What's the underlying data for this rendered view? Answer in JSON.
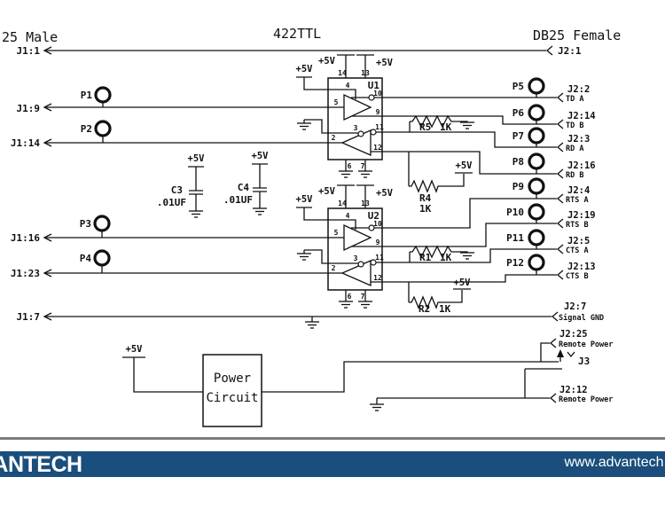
{
  "header": {
    "left_connector": "25 Male",
    "title": "422TTL",
    "right_connector": "DB25 Female"
  },
  "left_pins": {
    "j1_1": "J1:1",
    "j1_9": "J1:9",
    "j1_14": "J1:14",
    "j1_16": "J1:16",
    "j1_23": "J1:23",
    "j1_7": "J1:7"
  },
  "left_jumpers": {
    "p1": "P1",
    "p2": "P2",
    "p3": "P3",
    "p4": "P4"
  },
  "right_top": {
    "pin": "J2:1"
  },
  "right_rows": [
    {
      "jumper": "P5",
      "pin": "J2:2",
      "signal": "TD A"
    },
    {
      "jumper": "P6",
      "pin": "J2:14",
      "signal": "TD B"
    },
    {
      "jumper": "P7",
      "pin": "J2:3",
      "signal": "RD A"
    },
    {
      "jumper": "P8",
      "pin": "J2:16",
      "signal": "RD B"
    },
    {
      "jumper": "P9",
      "pin": "J2:4",
      "signal": "RTS A"
    },
    {
      "jumper": "P10",
      "pin": "J2:19",
      "signal": "RTS B"
    },
    {
      "jumper": "P11",
      "pin": "J2:5",
      "signal": "CTS A"
    },
    {
      "jumper": "P12",
      "pin": "J2:13",
      "signal": "CTS B"
    }
  ],
  "right_bottom": {
    "signal_gnd": {
      "pin": "J2:7",
      "signal": "Signal GND"
    },
    "remote_power_top": {
      "pin": "J2:25",
      "signal": "Remote Power"
    },
    "jumper": {
      "pin": "J3"
    },
    "remote_power_bottom": {
      "pin": "J2:12",
      "signal": "Remote Power"
    }
  },
  "ics": [
    {
      "ref": "U1",
      "pins": {
        "p2": "2",
        "p3": "3",
        "p4": "4",
        "p5": "5",
        "p6": "6",
        "p7": "7",
        "p9": "9",
        "p10": "10",
        "p11": "11",
        "p12": "12",
        "p13": "13",
        "p14": "14"
      }
    },
    {
      "ref": "U2",
      "pins": {
        "p2": "2",
        "p3": "3",
        "p4": "4",
        "p5": "5",
        "p6": "6",
        "p7": "7",
        "p9": "9",
        "p10": "10",
        "p11": "11",
        "p12": "12",
        "p13": "13",
        "p14": "14"
      }
    }
  ],
  "power": {
    "vcc": "+5V"
  },
  "resistors": {
    "r1": {
      "ref": "R1",
      "value": "1K"
    },
    "r2": {
      "ref": "R2",
      "value": "1K"
    },
    "r4": {
      "ref": "R4",
      "value": "1K"
    },
    "r5": {
      "ref": "R5",
      "value": "1K"
    }
  },
  "capacitors": {
    "c3": {
      "ref": "C3",
      "value": ".01UF"
    },
    "c4": {
      "ref": "C4",
      "value": ".01UF"
    }
  },
  "power_circuit": {
    "line1": "Power",
    "line2": "Circuit"
  },
  "footer": {
    "logo": "ADVANTECH",
    "url": "www.advantech.",
    "bar_color": "#1A4E7C",
    "rule_color": "#7d7d7d"
  }
}
